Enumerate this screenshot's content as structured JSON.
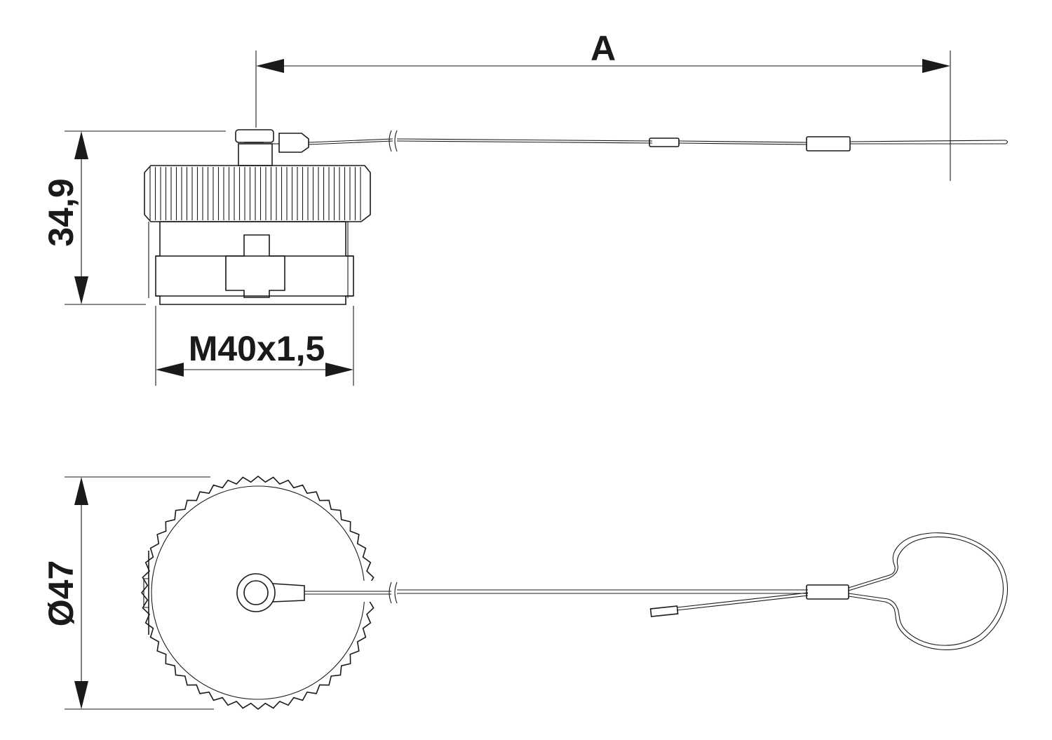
{
  "dimensions": {
    "length_label": "A",
    "height_label": "34,9",
    "thread_label": "M40x1,5",
    "diameter_label": "Ø47"
  }
}
